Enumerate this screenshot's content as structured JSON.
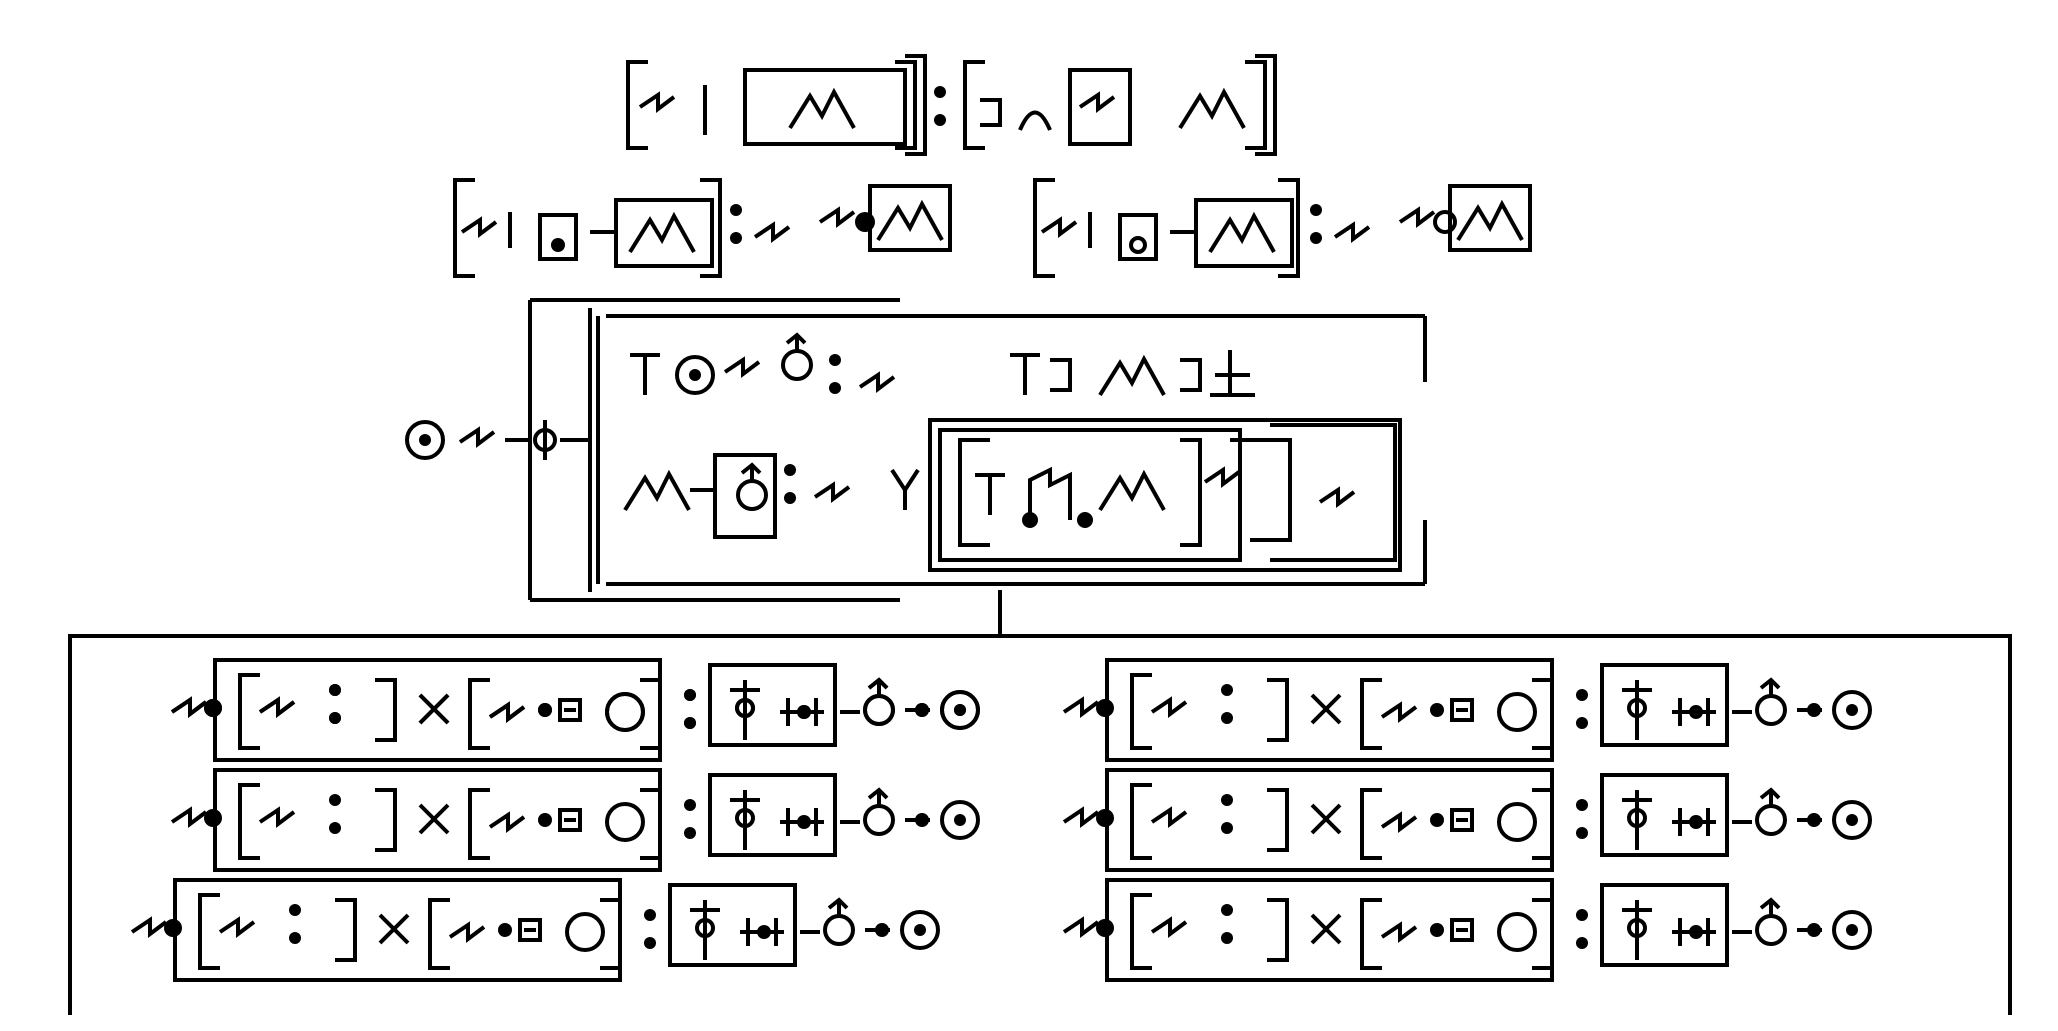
{
  "diagram": {
    "kind": "glyph-notation",
    "ink_color": "#000000",
    "background": "#ffffff",
    "rows": [
      {
        "id": "row-1",
        "segments": 2,
        "separator": "colon"
      },
      {
        "id": "row-2",
        "segments": 4,
        "separator": "colon"
      },
      {
        "id": "row-3",
        "segments": 2,
        "separator": "none"
      },
      {
        "id": "row-4",
        "segments": 4,
        "separator": "colon"
      },
      {
        "id": "row-5",
        "segments": 6,
        "separator": "colon"
      },
      {
        "id": "row-6",
        "segments": 6,
        "separator": "colon"
      },
      {
        "id": "row-7",
        "segments": 6,
        "separator": "colon"
      }
    ],
    "icons": [
      "bracket-icon",
      "colon-icon",
      "zigzag-icon",
      "circle-dot-icon",
      "mars-icon",
      "cross-icon",
      "dumbbell-icon",
      "mountain-icon"
    ]
  }
}
